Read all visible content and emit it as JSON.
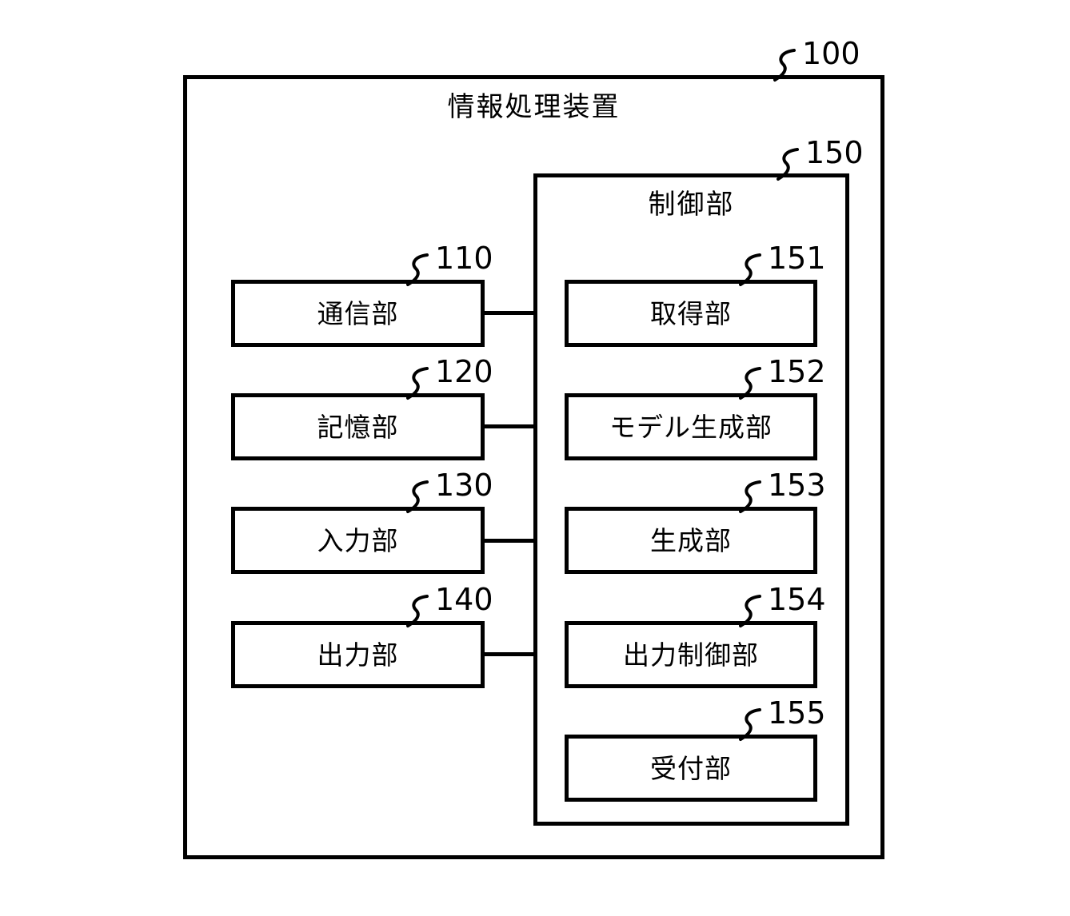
{
  "figure": {
    "device": {
      "title": "情報処理装置",
      "ref": "100"
    },
    "control": {
      "title": "制御部",
      "ref": "150"
    },
    "left_column": [
      {
        "label": "通信部",
        "ref": "110"
      },
      {
        "label": "記憶部",
        "ref": "120"
      },
      {
        "label": "入力部",
        "ref": "130"
      },
      {
        "label": "出力部",
        "ref": "140"
      }
    ],
    "right_column": [
      {
        "label": "取得部",
        "ref": "151"
      },
      {
        "label": "モデル生成部",
        "ref": "152"
      },
      {
        "label": "生成部",
        "ref": "153"
      },
      {
        "label": "出力制御部",
        "ref": "154"
      },
      {
        "label": "受付部",
        "ref": "155"
      }
    ],
    "colors": {
      "stroke": "#000000",
      "background": "#ffffff"
    }
  }
}
